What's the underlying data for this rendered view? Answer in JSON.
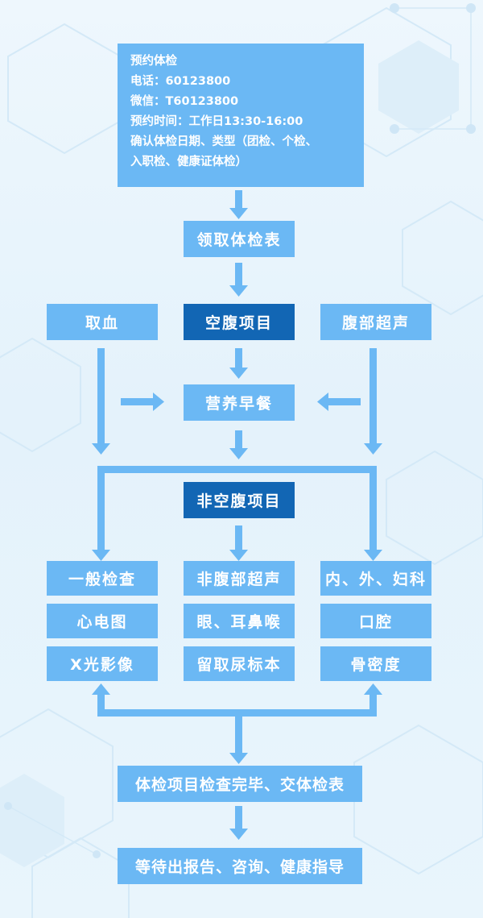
{
  "booking": {
    "title": "预约体检",
    "phone": "电话：60123800",
    "wechat": "微信：T60123800",
    "hours": "预约时间：工作日13:30-16:00",
    "confirm_line1": "确认体检日期、类型（团检、个检、",
    "confirm_line2": "入职检、健康证体检）"
  },
  "steps": {
    "get_form": "领取体检表",
    "blood": "取血",
    "fasting": "空腹项目",
    "abdominal_us": "腹部超声",
    "breakfast": "营养早餐",
    "non_fasting": "非空腹项目"
  },
  "items": {
    "general": "一般检查",
    "non_abdominal_us": "非腹部超声",
    "internal": "内、外、妇科",
    "ecg": "心电图",
    "eye_ent": "眼、耳鼻喉",
    "oral": "口腔",
    "xray": "X光影像",
    "urine": "留取尿标本",
    "bone": "骨密度"
  },
  "final": {
    "submit": "体检项目检查完毕、交体检表",
    "report": "等待出报告、咨询、健康指导"
  },
  "colors": {
    "box": "#6bb8f4",
    "box_dark": "#1266b4",
    "arrow": "#6bb8f4",
    "text": "#ffffff"
  }
}
